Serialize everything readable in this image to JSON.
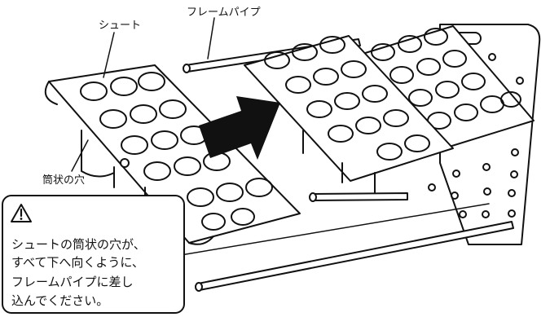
{
  "labels": {
    "chute": "シュート",
    "frame_pipe": "フレームパイプ",
    "tube_hole": "筒状の穴"
  },
  "warning": {
    "icon": "warning-triangle-icon",
    "lines": [
      "シュートの筒状の穴が、",
      "すべて下へ向くように、",
      "フレームパイプに差し",
      "込んでください。"
    ]
  },
  "arrow": {
    "icon": "insert-direction-arrow-icon",
    "color": "#111111"
  }
}
